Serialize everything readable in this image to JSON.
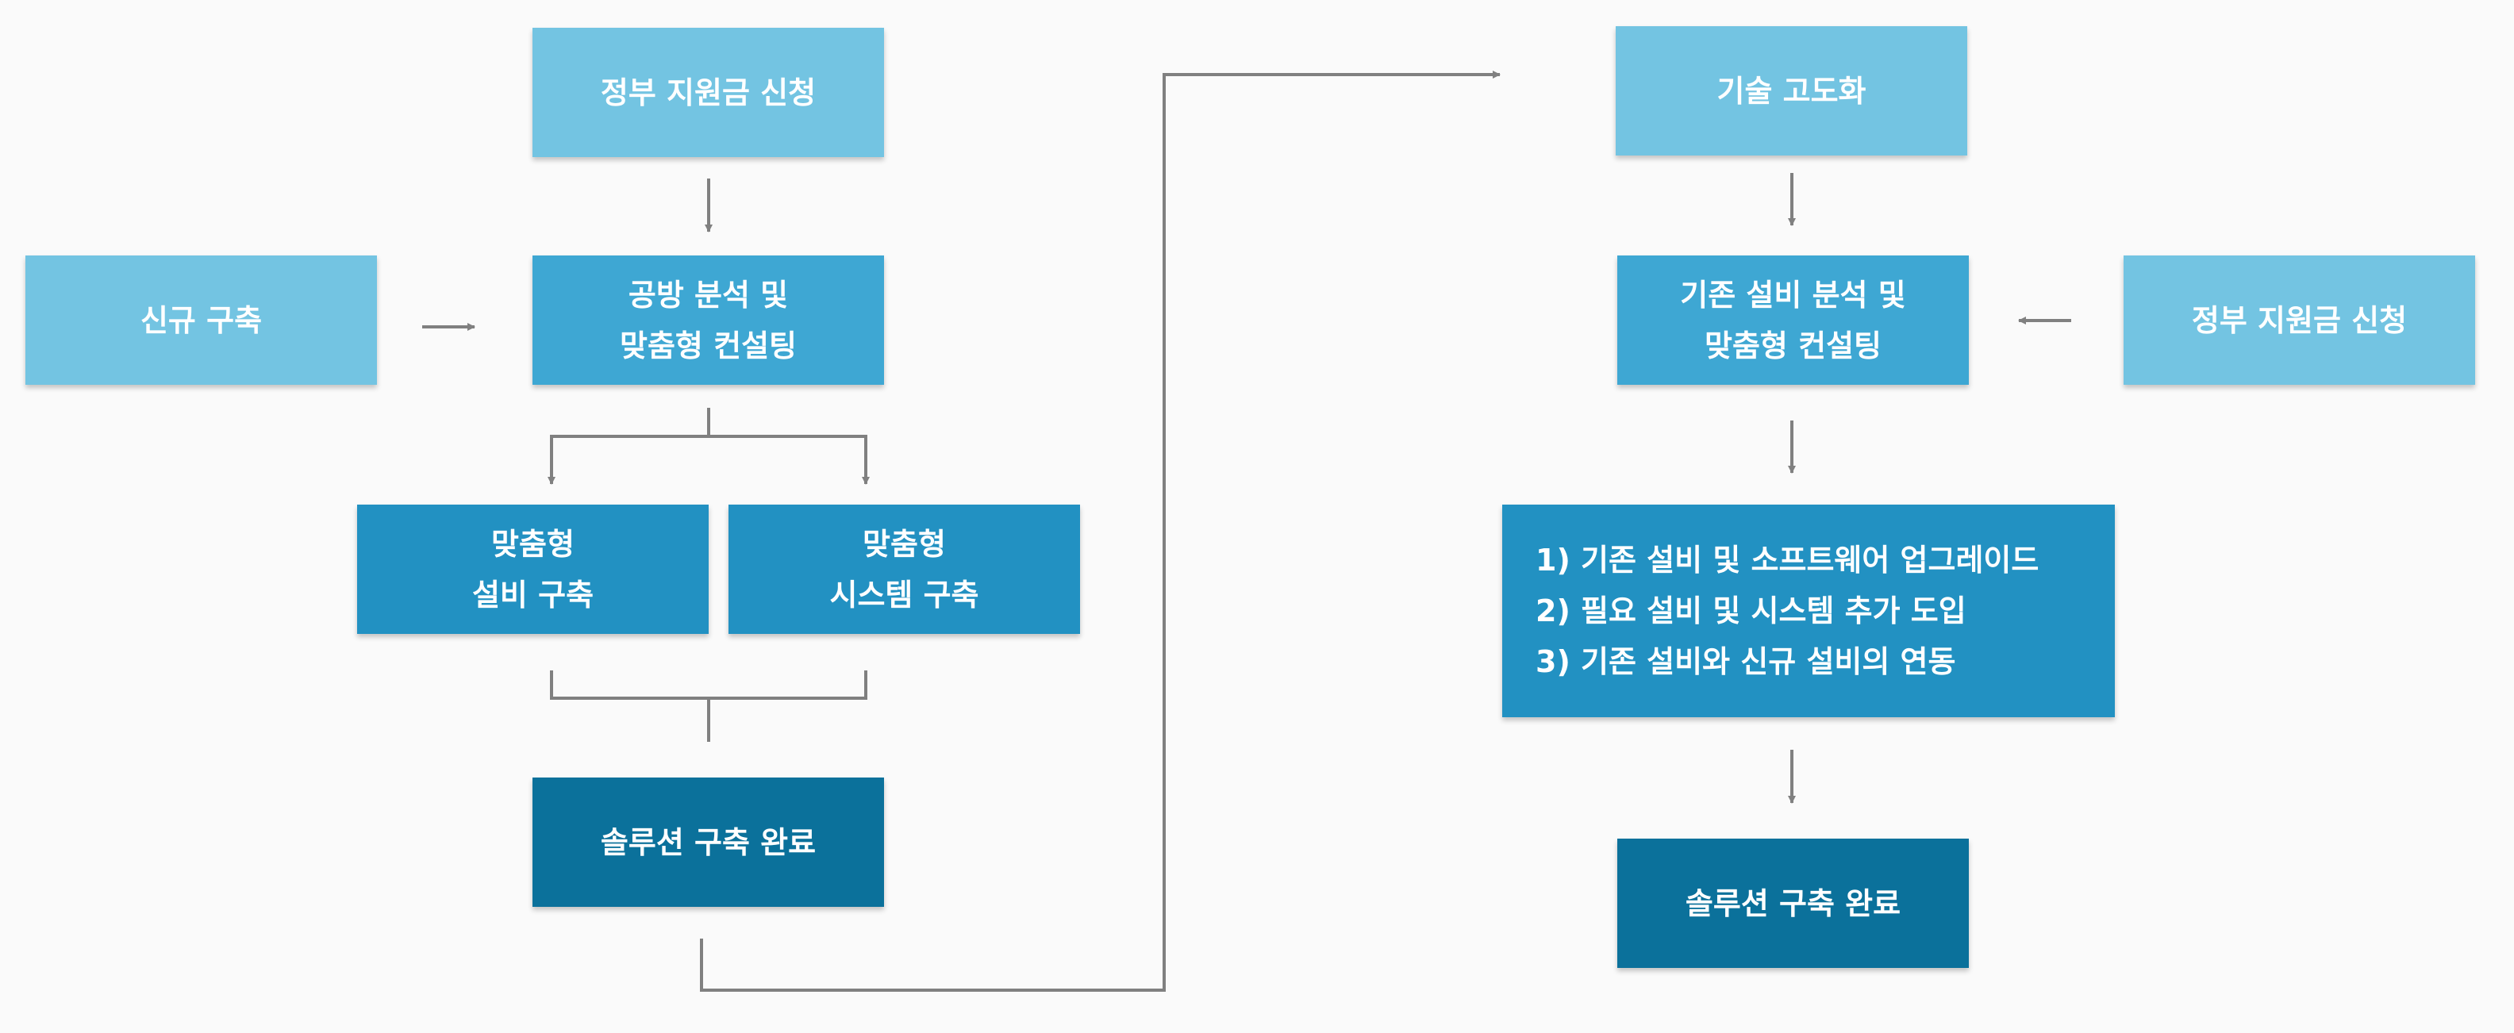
{
  "colors": {
    "background": "#fafafa",
    "box_light": "#73c4e2",
    "box_mid": "#3ea7d3",
    "box_deep": "#2291c2",
    "box_dark": "#0b719b",
    "connector": "#808080"
  },
  "left_flow": {
    "gov_support": "정부 지원금 신청",
    "new_build": "신규 구축",
    "analysis": [
      "공방 분석 및",
      "맞춤형 컨설팅"
    ],
    "custom_equipment": [
      "맞춤형",
      "설비 구축"
    ],
    "custom_system": [
      "맞춤형",
      "시스템 구축"
    ],
    "complete": "솔루션 구축 완료"
  },
  "right_flow": {
    "tech_upgrade": "기술 고도화",
    "analysis": [
      "기존 설비 분석 및",
      "맞춤형 컨설팅"
    ],
    "gov_support": "정부 지원금 신청",
    "steps": [
      "1) 기존 설비 및 소프트웨어 업그레이드",
      "2) 필요 설비 및 시스템 추가 도입",
      "3) 기존 설비와 신규 설비의 연동"
    ],
    "complete": "솔루션 구축 완료"
  }
}
